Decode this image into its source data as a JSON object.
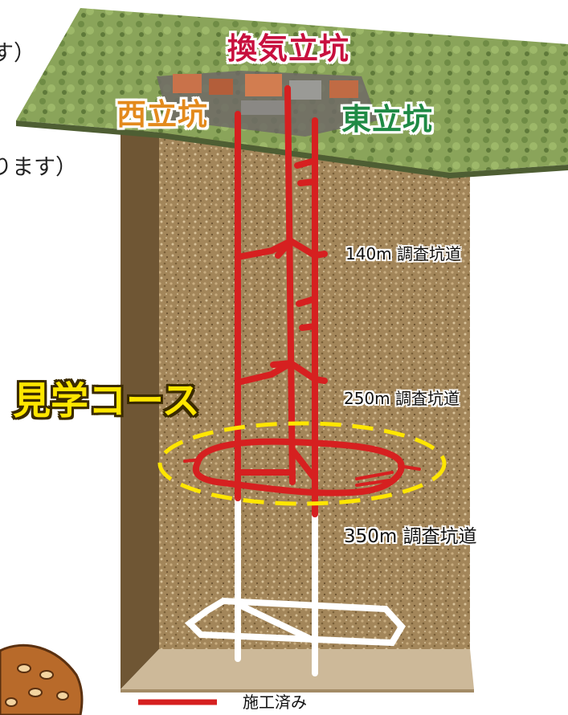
{
  "shafts": {
    "ventilation": "換気立坑",
    "west": "西立坑",
    "east": "東立坑"
  },
  "galleries": [
    {
      "label": "140m 調査坑道"
    },
    {
      "label": "250m 調査坑道"
    },
    {
      "label": "350m 調査坑道"
    }
  ],
  "tour_course_label": "見学コース",
  "legend": {
    "completed_label": "施工済み"
  },
  "partial_text": {
    "top": "す）",
    "middle": "ります）"
  },
  "colors": {
    "completed_line": "#d62020",
    "planned_line": "#ffffff",
    "course_outline": "#ffe600",
    "ventilation_label": "#c8103e",
    "west_label": "#e38a1c",
    "east_label": "#1f8a45"
  }
}
